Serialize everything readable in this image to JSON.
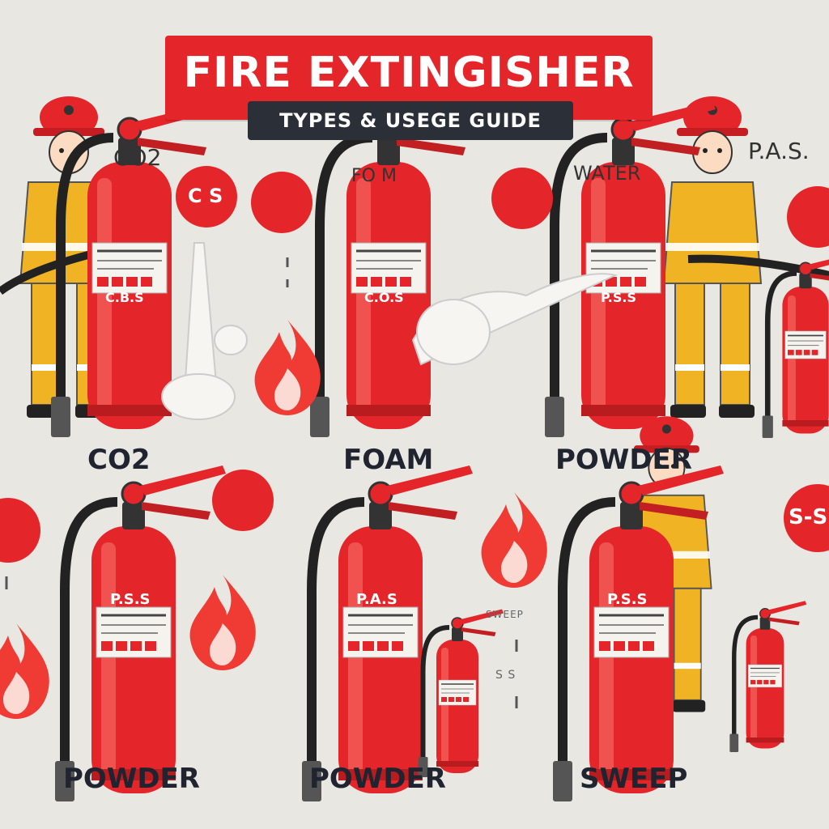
{
  "header": {
    "title": "FIRE EXTINGISHER",
    "subtitle": "TYPES & USEGE GUIDE"
  },
  "top_labels": {
    "co2_side": "CO2",
    "foam_side": "FO M",
    "water_side": "WATER",
    "pas_side": "P.A.S."
  },
  "icon_badges": {
    "badge1": "C S",
    "badge2": "S-S"
  },
  "extinguisher_tags": {
    "e1": "C.B.S",
    "e2": "C.O.S",
    "e3": "P.S.S",
    "e4": "P.S.S",
    "e5": "P.A.S",
    "e6": "P.S.S"
  },
  "bottom_labels": {
    "row1_col1": "CO2",
    "row1_col2": "FOAM",
    "row1_col3": "POWDER",
    "row2_col1": "POWDER",
    "row2_col2": "POWDER",
    "row2_col3": "SWEEP"
  },
  "small_texts": {
    "sweep_faint": "SWEEP",
    "ss_small": "S S"
  },
  "colors": {
    "red": "#e4262a",
    "dark": "#2b2f38",
    "yellow": "#f0b323",
    "background": "#e9e7e1"
  }
}
